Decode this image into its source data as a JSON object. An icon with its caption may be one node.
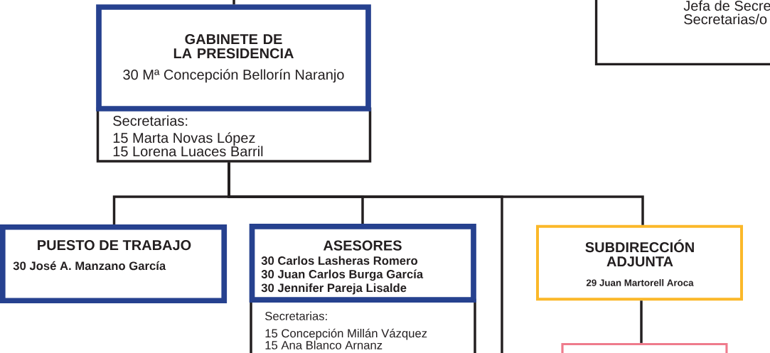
{
  "diagram": {
    "nodes": [
      {
        "text": [
          "GABINETE DE LA PRESIDENCIA",
          "30 Mª Concepción Bellorín Naranjo"
        ]
      },
      {
        "text": [
          "Secretarias:",
          "15 Marta Novas López",
          "15 Lorena Luaces Barril"
        ]
      },
      {
        "text": [
          "Jefa de Secre",
          "Secretarias/o"
        ]
      },
      {
        "text": [
          "PUESTO DE TRABAJO",
          "30 José A. Manzano García"
        ]
      },
      {
        "text": [
          "ASESORES",
          "30 Carlos Lasheras Romero",
          "30 Juan Carlos Burga García",
          "30 Jennifer Pareja Lisalde"
        ]
      },
      {
        "text": [
          "Secretarias:",
          "15 Concepción Millán Vázquez",
          "15 Ana Blanco Arnanz"
        ]
      },
      {
        "text": [
          "SUBDIRECCIÓN ADJUNTA",
          "29 Juan Martorell Aroca"
        ]
      },
      {
        "text": [],
        "shape": "box"
      }
    ],
    "edges": [
      {
        "from": null,
        "to": 0,
        "arrow": "none"
      },
      {
        "from": 1,
        "to": 3,
        "arrow": "none"
      },
      {
        "from": 1,
        "to": 4,
        "arrow": "none"
      },
      {
        "from": 1,
        "to": null,
        "arrow": "none"
      },
      {
        "from": 1,
        "to": 6,
        "arrow": "none"
      },
      {
        "from": 6,
        "to": 7,
        "arrow": "none"
      }
    ]
  }
}
